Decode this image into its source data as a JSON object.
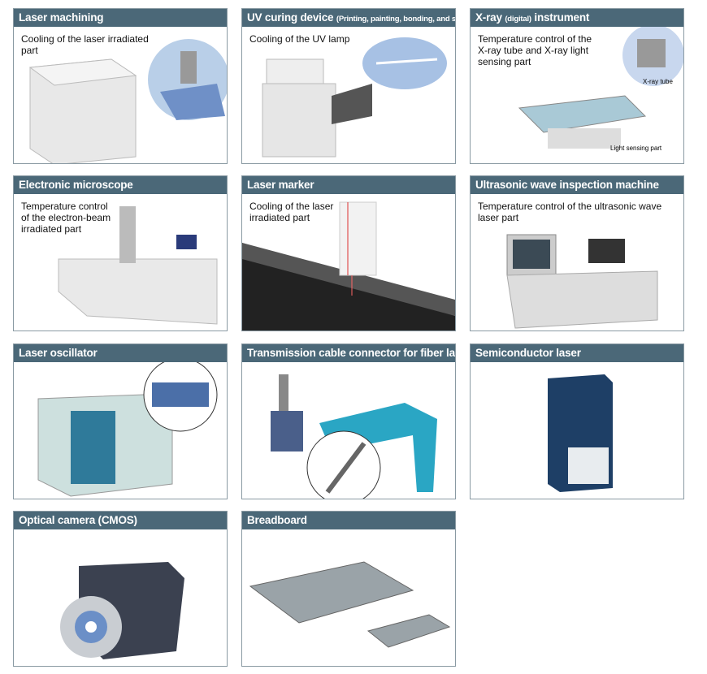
{
  "cards": [
    {
      "title": "Laser machining",
      "desc": "Cooling of the laser irradiated part"
    },
    {
      "title": "UV curing device",
      "subtitle": "(Printing, painting, bonding, and sealing)",
      "desc": "Cooling of the UV lamp"
    },
    {
      "title": "X-ray",
      "title_small": "(digital)",
      "title_rest": "instrument",
      "desc": "Temperature control of the X-ray tube and X-ray light sensing part",
      "callout1": "X-ray tube",
      "callout2": "Light sensing part"
    },
    {
      "title": "Electronic microscope",
      "desc": "Temperature control of the electron-beam irradiated part"
    },
    {
      "title": "Laser marker",
      "desc": "Cooling of the laser irradiated part"
    },
    {
      "title": "Ultrasonic wave inspection machine",
      "desc": "Temperature control of the ultrasonic wave laser part"
    },
    {
      "title": "Laser oscillator"
    },
    {
      "title": "Transmission cable connector for fiber laser"
    },
    {
      "title": "Semiconductor laser"
    },
    {
      "title": "Optical camera (CMOS)"
    },
    {
      "title": "Breadboard"
    }
  ]
}
